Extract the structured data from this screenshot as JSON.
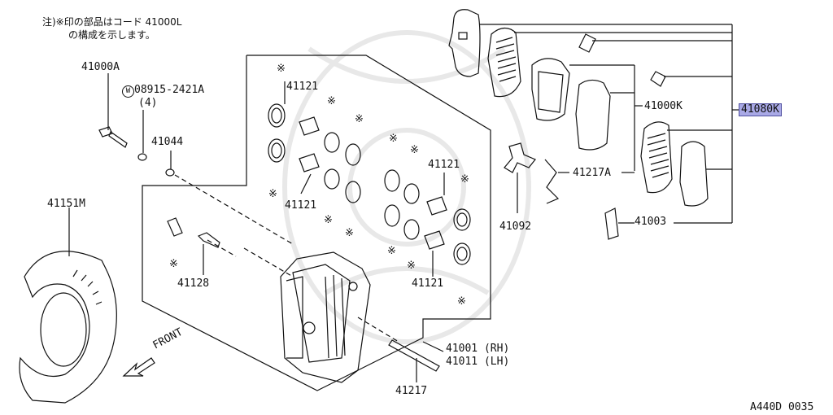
{
  "note": {
    "line1": "注)※印の部品はコード 41000L",
    "line2": "の構成を示します。"
  },
  "star_symbol": "※",
  "washer_symbol": "W",
  "labels": {
    "bolt": "41000A",
    "washer_part": "08915-2421A",
    "washer_qty": "(4)",
    "washer_small": "41044",
    "shield": "41151M",
    "bleeder": "41128",
    "front": "FRONT",
    "piston_top": "41121",
    "piston_left": "41121",
    "piston_right_top": "41121",
    "piston_right_bottom": "41121",
    "pad_kit": "41000K",
    "pad_set": "41080K",
    "spring": "41217A",
    "clip": "41092",
    "shim": "41003",
    "caliper_rh": "41001 (RH)",
    "caliper_lh": "41011 (LH)",
    "pin": "41217",
    "diagram_code": "A440D 0035"
  },
  "colors": {
    "line": "#111111",
    "highlight": "#a9a9e6",
    "watermark": "#e6e6e6"
  }
}
